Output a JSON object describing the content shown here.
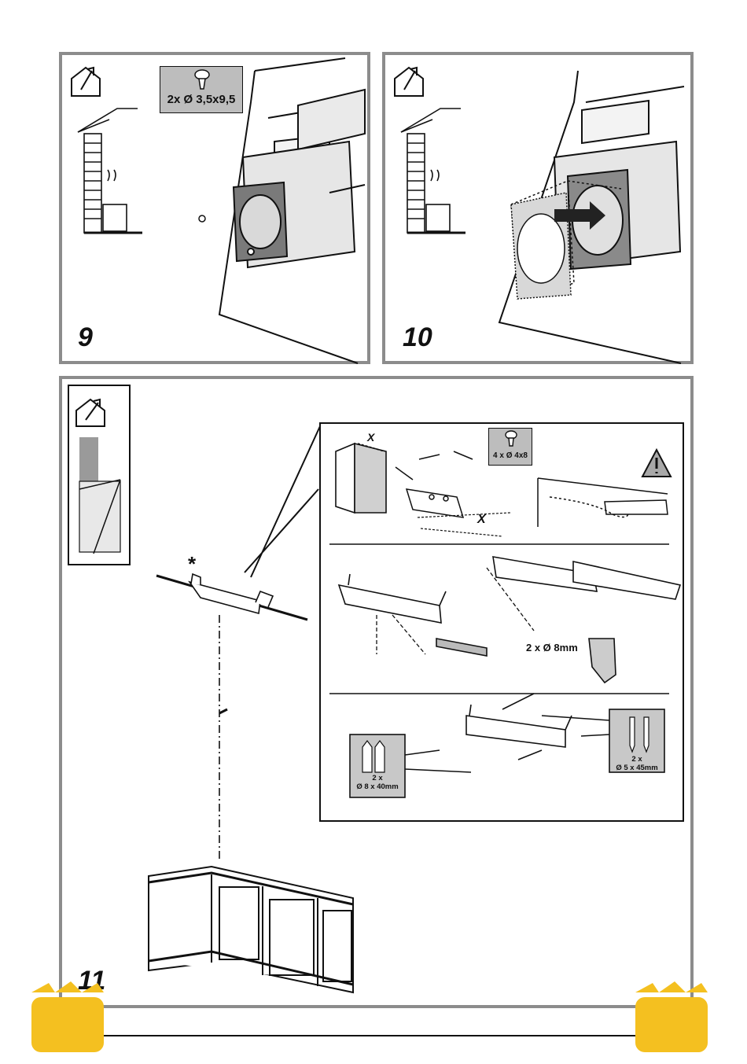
{
  "steps": {
    "s9": {
      "number": "9",
      "screw_label": "2x Ø 3,5x9,5"
    },
    "s10": {
      "number": "10"
    },
    "s11": {
      "number": "11",
      "asterisk": "*",
      "dim_x": "X",
      "top_screw_label": "4 x  Ø 4x8",
      "drill_label": "2 x Ø 8mm",
      "plug_qty": "2 x",
      "plug_label": "Ø 8 x 40mm",
      "screw_qty": "2 x",
      "screw_label": "Ø 5 x 45mm"
    }
  },
  "colors": {
    "frame": "#8c8c8c",
    "label_bg": "#bdbdbd",
    "tool_yellow": "#f4c020"
  },
  "icons": [
    "house-exhaust-icon",
    "screw-icon",
    "warning-icon",
    "drill-icon",
    "pencil-icon",
    "toolbox-icon"
  ]
}
